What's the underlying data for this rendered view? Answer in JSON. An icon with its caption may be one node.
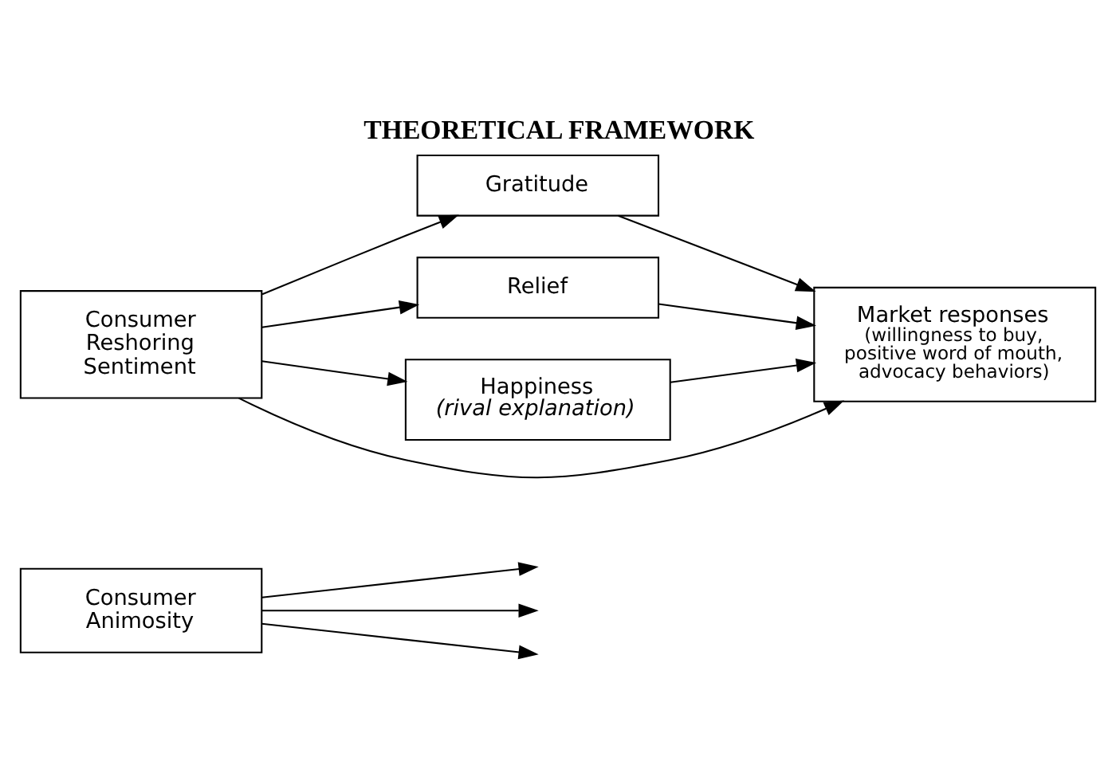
{
  "diagram": {
    "title": "THEORETICAL FRAMEWORK",
    "nodes": [
      {
        "text": [
          "Consumer Animosity"
        ]
      },
      {
        "text": [
          "Gratitude"
        ]
      },
      {
        "text": [
          "Relief"
        ]
      },
      {
        "text": [
          "Happiness",
          "(rival explanation)"
        ]
      },
      {
        "text": [
          "Consumer Reshoring Sentiment"
        ]
      },
      {
        "text": [
          "Market responses",
          "(willingness to buy, positive word of mouth, advocacy behaviors)"
        ]
      }
    ],
    "edges": [
      {
        "from": 4,
        "to": 1,
        "arrow": "to"
      },
      {
        "from": 4,
        "to": 2,
        "arrow": "to"
      },
      {
        "from": 4,
        "to": 3,
        "arrow": "to"
      },
      {
        "from": 0,
        "to": null,
        "arrow": "to"
      },
      {
        "from": 0,
        "to": null,
        "arrow": "to"
      },
      {
        "from": 0,
        "to": null,
        "arrow": "to"
      },
      {
        "from": 1,
        "to": 5,
        "arrow": "to"
      },
      {
        "from": 2,
        "to": 5,
        "arrow": "to"
      },
      {
        "from": 3,
        "to": 5,
        "arrow": "to"
      },
      {
        "from": 4,
        "to": 5,
        "arrow": "to"
      }
    ]
  }
}
